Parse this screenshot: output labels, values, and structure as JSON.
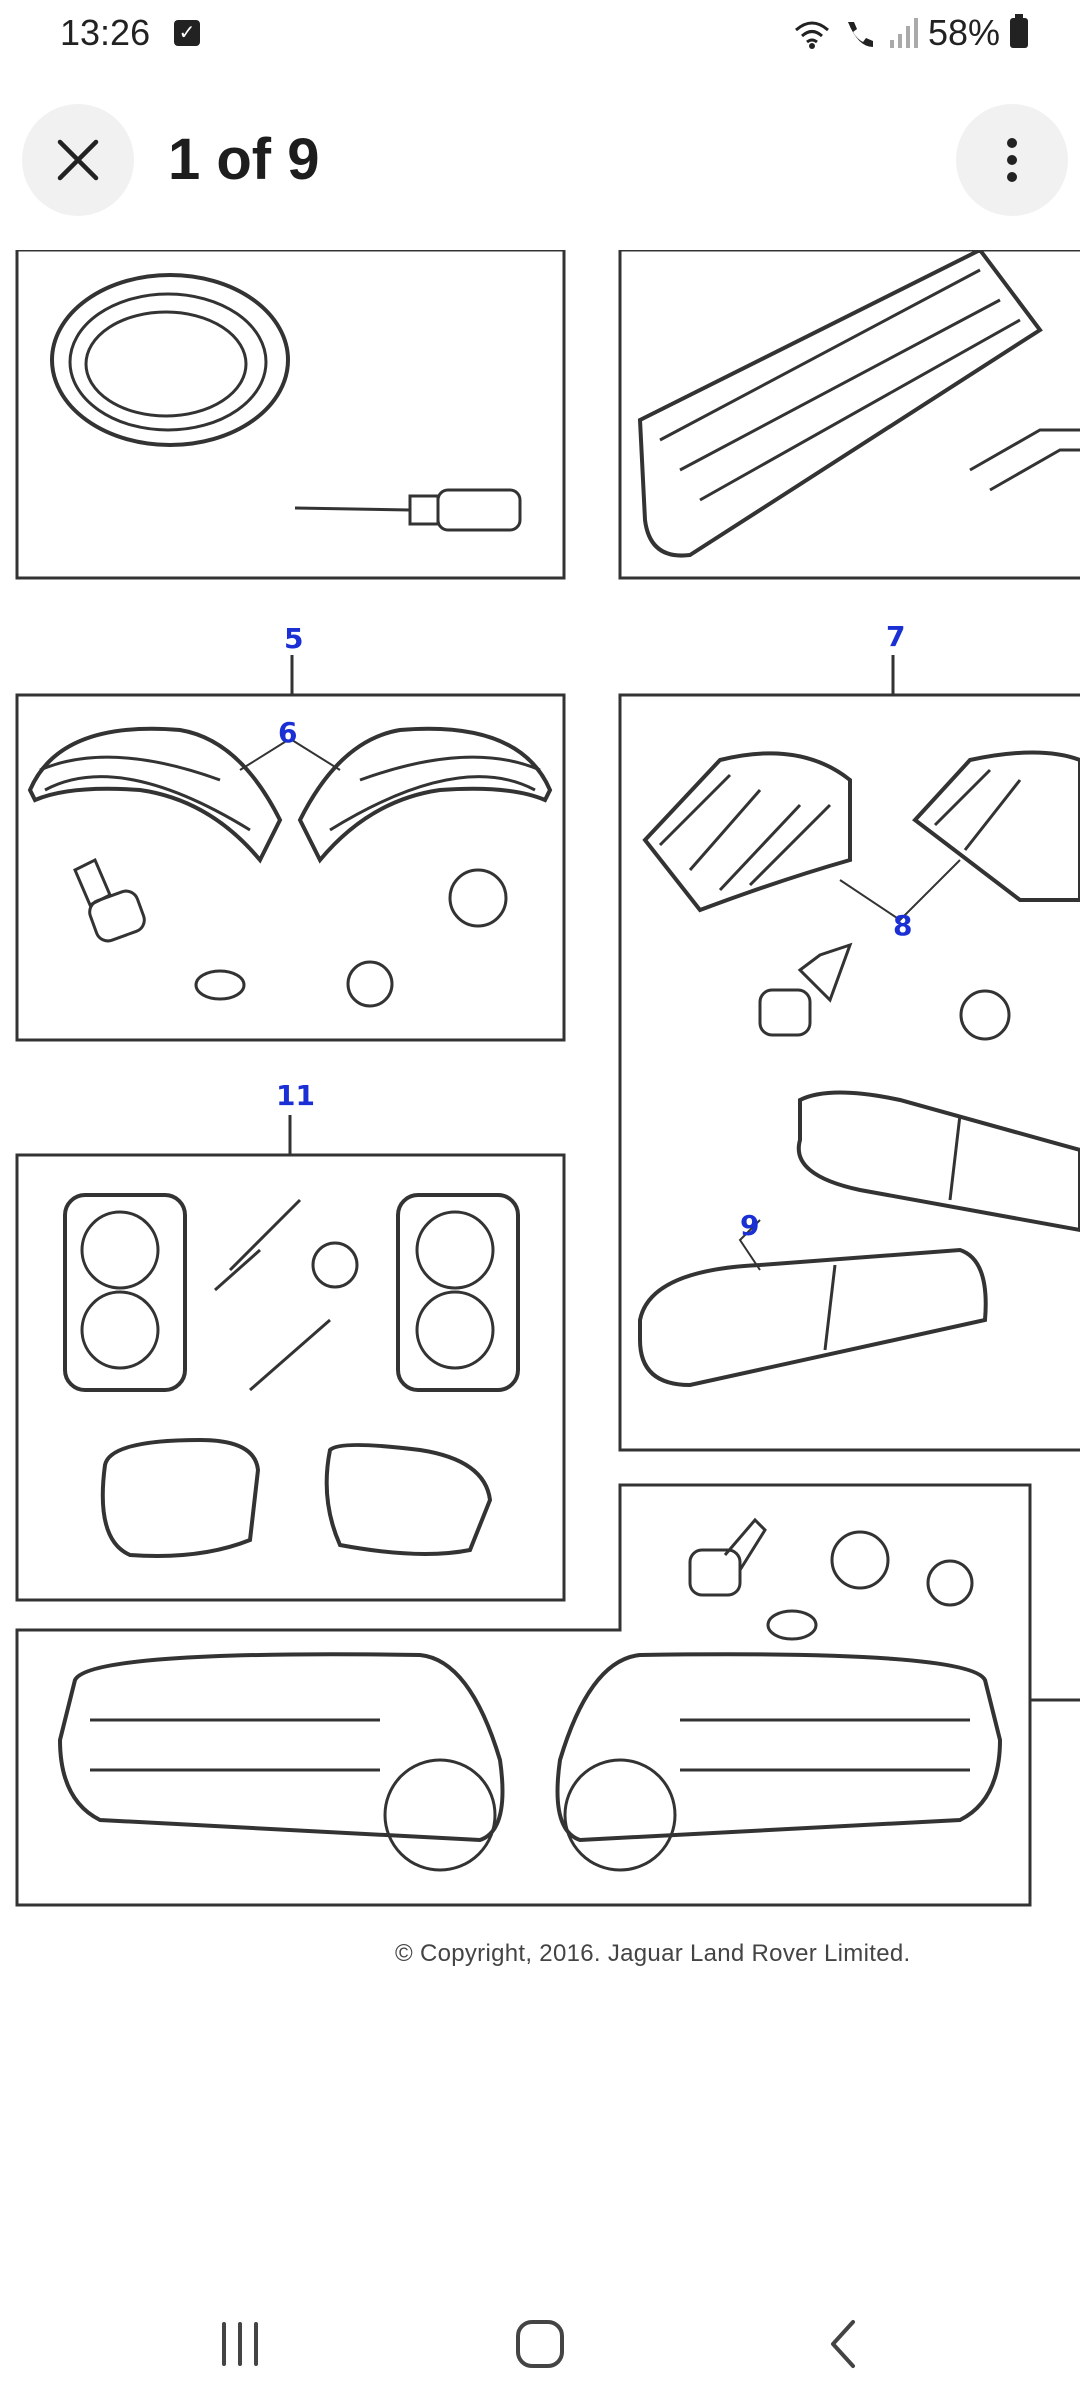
{
  "status": {
    "time": "13:26",
    "battery": "58%",
    "icons": [
      "check-notification-icon",
      "wifi-icon",
      "wifi-call-icon",
      "signal-icon",
      "battery-icon"
    ]
  },
  "viewer": {
    "title": "1 of 9",
    "close_icon": "close-icon",
    "more_icon": "more-vert-icon"
  },
  "diagram": {
    "callouts": [
      "5",
      "6",
      "7",
      "8",
      "9",
      "11"
    ],
    "copyright": "© Copyright, 2016. Jaguar Land Rover Limited.",
    "callout_color": "#1a2fd4"
  },
  "nav": {
    "icons": [
      "recent-apps-icon",
      "home-icon",
      "back-icon"
    ]
  }
}
